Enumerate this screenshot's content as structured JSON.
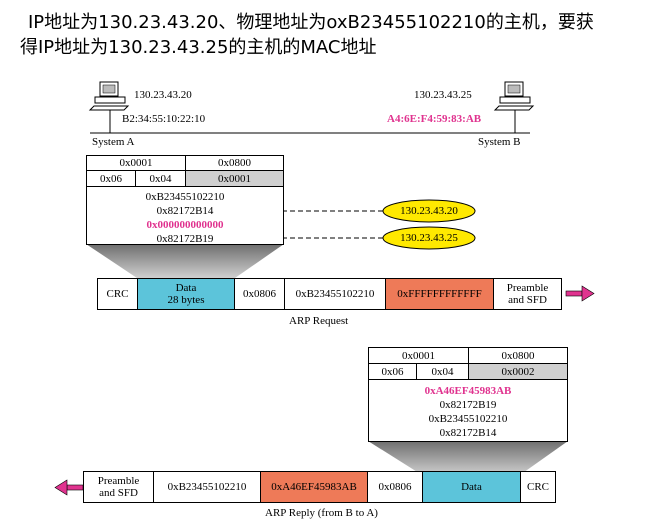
{
  "title": {
    "line1": "IP地址为130.23.43.20、物理地址为oxB23455102210的主机，要获",
    "line2": "得IP地址为130.23.43.25的主机的MAC地址"
  },
  "network": {
    "system_a": {
      "label": "System A",
      "ip": "130.23.43.20",
      "mac": "B2:34:55:10:22:10"
    },
    "system_b": {
      "label": "System B",
      "ip": "130.23.43.25",
      "mac": "A4:6E:F4:59:83:AB"
    }
  },
  "request": {
    "header": {
      "htype": "0x0001",
      "ptype": "0x0800",
      "hlen": "0x06",
      "plen": "0x04",
      "oper": "0x0001"
    },
    "body": [
      "0xB23455102210",
      "0x82172B14",
      "0x000000000000",
      "0x82172B19"
    ],
    "callouts": [
      "130.23.43.20",
      "130.23.43.25"
    ],
    "frame": [
      "CRC",
      "Data",
      "28 bytes",
      "0x0806",
      "0xB23455102210",
      "0xFFFFFFFFFFFF",
      "Preamble",
      "and SFD"
    ],
    "caption": "ARP Request"
  },
  "reply": {
    "header": {
      "htype": "0x0001",
      "ptype": "0x0800",
      "hlen": "0x06",
      "plen": "0x04",
      "oper": "0x0002"
    },
    "body": [
      "0xA46EF45983AB",
      "0x82172B19",
      "0xB23455102210",
      "0x82172B14"
    ],
    "frame": [
      "Preamble",
      "and SFD",
      "0xB23455102210",
      "0xA46EF45983AB",
      "0x0806",
      "Data",
      "CRC"
    ],
    "caption": "ARP Reply  (from B to A)"
  },
  "colors": {
    "highlight_text": "#e0338f",
    "data_fill": "#5cc4da",
    "address_fill": "#ee7a58",
    "header_gray": "#d0d0d0",
    "callout_fill": "#ffe900",
    "arrow_fill": "#e0338f"
  },
  "icons": [
    "computer-icon-a",
    "computer-icon-b",
    "yellow-ellipse-callout",
    "pink-direction-arrow"
  ]
}
